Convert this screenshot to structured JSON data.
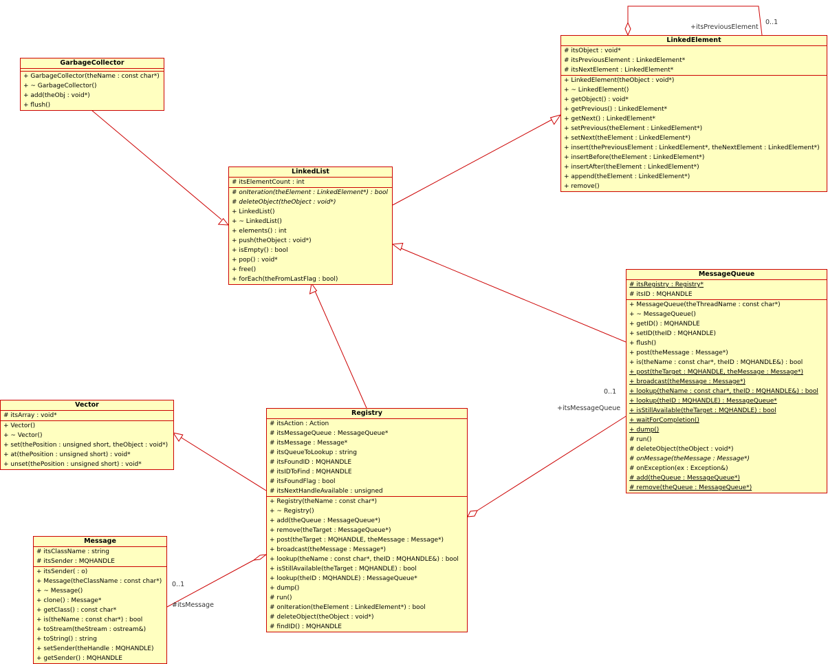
{
  "classes": [
    {
      "id": "garbage-collector",
      "name": "GarbageCollector",
      "attributes": [],
      "operations": [
        {
          "t": "+ GarbageCollector(theName : const char*)"
        },
        {
          "t": "+ ~ GarbageCollector()"
        },
        {
          "t": "+ add(theObj : void*)"
        },
        {
          "t": "+ flush()"
        }
      ]
    },
    {
      "id": "linked-element",
      "name": "LinkedElement",
      "attributes": [
        {
          "t": "# itsObject : void*"
        },
        {
          "t": "# itsPreviousElement : LinkedElement*"
        },
        {
          "t": "# itsNextElement : LinkedElement*"
        }
      ],
      "operations": [
        {
          "t": "+ LinkedElement(theObject : void*)"
        },
        {
          "t": "+ ~ LinkedElement()"
        },
        {
          "t": "+ getObject() : void*"
        },
        {
          "t": "+ getPrevious() : LinkedElement*"
        },
        {
          "t": "+ getNext() : LinkedElement*"
        },
        {
          "t": "+ setPrevious(theElement : LinkedElement*)"
        },
        {
          "t": "+ setNext(theElement : LinkedElement*)"
        },
        {
          "t": "+ insert(thePreviousElement : LinkedElement*, theNextElement : LinkedElement*)"
        },
        {
          "t": "+ insertBefore(theElement : LinkedElement*)"
        },
        {
          "t": "+ insertAfter(theElement : LinkedElement*)"
        },
        {
          "t": "+ append(theElement : LinkedElement*)"
        },
        {
          "t": "+ remove()"
        }
      ]
    },
    {
      "id": "linked-list",
      "name": "LinkedList",
      "attributes": [
        {
          "t": "# itsElementCount : int"
        }
      ],
      "operations": [
        {
          "t": "# onIteration(theElement : LinkedElement*) : bool",
          "s": "i"
        },
        {
          "t": "# deleteObject(theObject : void*)",
          "s": "i"
        },
        {
          "t": "+ LinkedList()"
        },
        {
          "t": "+ ~ LinkedList()"
        },
        {
          "t": "+ elements() : int"
        },
        {
          "t": "+ push(theObject : void*)"
        },
        {
          "t": "+ isEmpty() : bool"
        },
        {
          "t": "+ pop() : void*"
        },
        {
          "t": "+ free()"
        },
        {
          "t": "+ forEach(theFromLastFlag : bool)"
        }
      ]
    },
    {
      "id": "message-queue",
      "name": "MessageQueue",
      "attributes": [
        {
          "t": "# itsRegistry : Registry*",
          "s": "u"
        },
        {
          "t": "# itsID : MQHANDLE"
        }
      ],
      "operations": [
        {
          "t": "+ MessageQueue(theThreadName : const char*)"
        },
        {
          "t": "+ ~ MessageQueue()"
        },
        {
          "t": "+ getID() : MQHANDLE"
        },
        {
          "t": "+ setID(theID : MQHANDLE)"
        },
        {
          "t": "+ flush()"
        },
        {
          "t": "+ post(theMessage : Message*)"
        },
        {
          "t": "+ is(theName : const char*, theID : MQHANDLE&) : bool"
        },
        {
          "t": "+ post(theTarget : MQHANDLE, theMessage : Message*)",
          "s": "u"
        },
        {
          "t": "+ broadcast(theMessage : Message*)",
          "s": "u"
        },
        {
          "t": "+ lookup(theName : const char*, theID : MQHANDLE&) : bool",
          "s": "u"
        },
        {
          "t": "+ lookup(theID : MQHANDLE) : MessageQueue*",
          "s": "u"
        },
        {
          "t": "+ isStillAvailable(theTarget : MQHANDLE) : bool",
          "s": "u"
        },
        {
          "t": "+ waitForCompletion()",
          "s": "u"
        },
        {
          "t": "+ dump()",
          "s": "u"
        },
        {
          "t": "# run()"
        },
        {
          "t": "# deleteObject(theObject : void*)"
        },
        {
          "t": "# onMessage(theMessage : Message*)",
          "s": "i"
        },
        {
          "t": "# onException(ex : Exception&)"
        },
        {
          "t": "# add(theQueue : MessageQueue*)",
          "s": "u"
        },
        {
          "t": "# remove(theQueue : MessageQueue*)",
          "s": "u"
        }
      ]
    },
    {
      "id": "vector",
      "name": "Vector",
      "attributes": [
        {
          "t": "# itsArray : void*"
        }
      ],
      "operations": [
        {
          "t": "+ Vector()"
        },
        {
          "t": "+ ~ Vector()"
        },
        {
          "t": "+ set(thePosition : unsigned short, theObject : void*)"
        },
        {
          "t": "+ at(thePosition : unsigned short) : void*"
        },
        {
          "t": "+ unset(thePosition : unsigned short) : void*"
        }
      ]
    },
    {
      "id": "registry",
      "name": "Registry",
      "attributes": [
        {
          "t": "# itsAction : Action"
        },
        {
          "t": "# itsMessageQueue : MessageQueue*"
        },
        {
          "t": "# itsMessage : Message*"
        },
        {
          "t": "# itsQueueToLookup : string"
        },
        {
          "t": "# itsFoundID : MQHANDLE"
        },
        {
          "t": "# itsIDToFind : MQHANDLE"
        },
        {
          "t": "# itsFoundFlag : bool"
        },
        {
          "t": "# itsNextHandleAvailable : unsigned"
        }
      ],
      "operations": [
        {
          "t": "+ Registry(theName : const char*)"
        },
        {
          "t": "+ ~ Registry()"
        },
        {
          "t": "+ add(theQueue : MessageQueue*)"
        },
        {
          "t": "+ remove(theTarget : MessageQueue*)"
        },
        {
          "t": "+ post(theTarget : MQHANDLE, theMessage : Message*)"
        },
        {
          "t": "+ broadcast(theMessage : Message*)"
        },
        {
          "t": "+ lookup(theName : const char*, theID : MQHANDLE&) : bool"
        },
        {
          "t": "+ isStillAvailable(theTarget : MQHANDLE) : bool"
        },
        {
          "t": "+ lookup(theID : MQHANDLE) : MessageQueue*"
        },
        {
          "t": "+ dump()"
        },
        {
          "t": "# run()"
        },
        {
          "t": "# onIteration(theElement : LinkedElement*) : bool"
        },
        {
          "t": "# deleteObject(theObject : void*)"
        },
        {
          "t": "# findID() : MQHANDLE"
        }
      ]
    },
    {
      "id": "message",
      "name": "Message",
      "attributes": [
        {
          "t": "# itsClassName : string"
        },
        {
          "t": "# itsSender : MQHANDLE"
        }
      ],
      "operations": [
        {
          "t": "+ itsSender( : o)"
        },
        {
          "t": "+ Message(theClassName : const char*)"
        },
        {
          "t": "+ ~ Message()"
        },
        {
          "t": "+ clone() : Message*"
        },
        {
          "t": "+ getClass() : const char*"
        },
        {
          "t": "+ is(theName : const char*) : bool"
        },
        {
          "t": "+ toStream(theStream : ostream&)"
        },
        {
          "t": "+ toString() : string"
        },
        {
          "t": "+ setSender(theHandle : MQHANDLE)"
        },
        {
          "t": "+ getSender() : MQHANDLE"
        }
      ]
    }
  ],
  "labels": {
    "its_previous_element_role": "+itsPreviousElement",
    "its_previous_element_mult": "0..1",
    "its_message_queue_role": "+itsMessageQueue",
    "its_message_queue_mult": "0..1",
    "its_message_role": "#itsMessage",
    "its_message_mult": "0..1"
  },
  "colors": {
    "line": "#cc0000",
    "fill": "#ffffc0"
  }
}
